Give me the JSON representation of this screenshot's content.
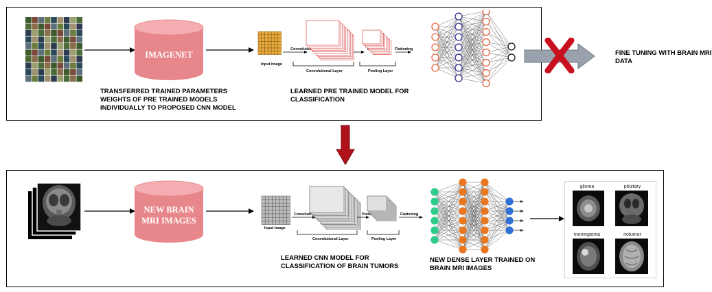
{
  "colors": {
    "cylinder": "#e8878b",
    "cylinder_top": "#f4aeb1",
    "pretrained_node": "#e8643c",
    "pretrained_node_blue": "#2e2a8c",
    "dense_green": "#2ecc8a",
    "dense_orange": "#e87722",
    "dense_blue": "#2f6fd6",
    "cross": "#c8101e",
    "down_arrow": "#b0121b",
    "grey_arrow": "#9aa3ad",
    "grid_yellow": "#e9a93b"
  },
  "top": {
    "dataset_label": "IMAGENET",
    "caption_left": [
      "TRANSFERRED TRAINED PARAMETERS",
      "WEIGHTS OF PRE TRAINED MODELS",
      "INDIVIDUALLY TO PROPOSED CNN MODEL"
    ],
    "caption_middle": [
      "LEARNED PRE TRAINED MODEL FOR",
      "CLASSIFICATION"
    ],
    "caption_right": [
      "FINE TUNING WITH BRAIN MRI",
      "DATA"
    ],
    "cnn_labels": {
      "input": "Input image",
      "convolution": "Convolution",
      "pooling": "Pooling",
      "flattening": "Flattening",
      "conv_layer": "Convolutional Layer",
      "pool_layer": "Pooling Layer"
    }
  },
  "bottom": {
    "dataset_label_line1": "NEW BRAIN",
    "dataset_label_line2": "MRI IMAGES",
    "caption_middle": [
      "LEARNED CNN MODEL FOR",
      "CLASSIFICATION OF BRAIN TUMORS"
    ],
    "caption_dense": [
      "NEW DENSE LAYER TRAINED ON",
      "BRAIN MRI IMAGES"
    ],
    "cnn_labels": {
      "input": "Input image",
      "convolution": "Convolution",
      "pooling": "Pooling",
      "flattening": "Flattening",
      "conv_layer": "Convolutional Layer",
      "pool_layer": "Pooling Layer"
    },
    "output_classes": [
      "glioma",
      "pituitary",
      "meningioma",
      "notumor"
    ]
  }
}
